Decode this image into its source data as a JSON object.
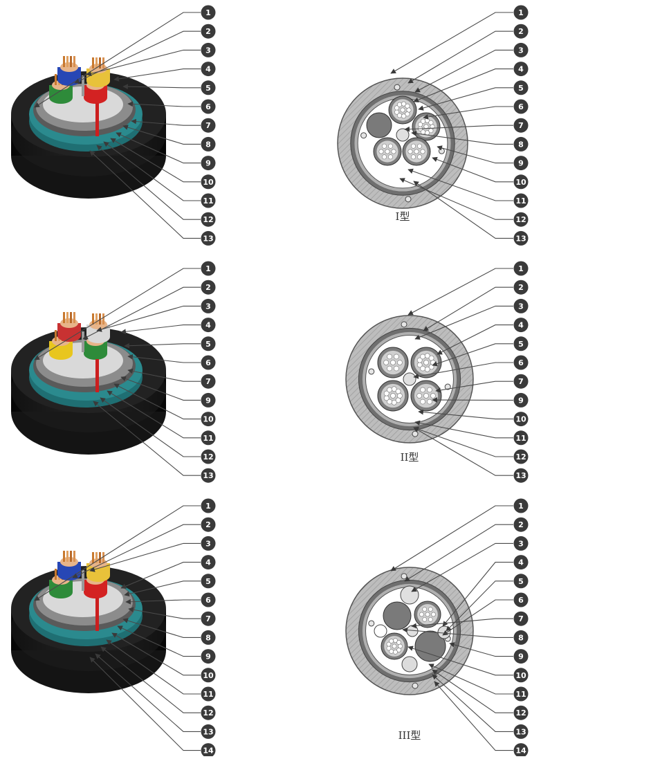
{
  "panels": [
    {
      "id": "type-1",
      "label": "I型",
      "numbers": [
        "1",
        "2",
        "3",
        "4",
        "5",
        "6",
        "7",
        "8",
        "9",
        "10",
        "11",
        "12",
        "13"
      ]
    },
    {
      "id": "type-2",
      "label": "II型",
      "numbers": [
        "1",
        "2",
        "3",
        "4",
        "5",
        "6",
        "7",
        "9",
        "10",
        "11",
        "12",
        "13"
      ]
    },
    {
      "id": "type-3",
      "label": "III型",
      "numbers": [
        "1",
        "2",
        "3",
        "4",
        "5",
        "6",
        "7",
        "8",
        "9",
        "10",
        "11",
        "12",
        "13",
        "14"
      ]
    }
  ],
  "colors": {
    "badge": "#3a3a3a",
    "leader": "#4a4a4a",
    "sheath_outer": "#b9b9b9",
    "sheath_hatch": "#9a9a9a",
    "inner_ring": "#6f6f6f",
    "tube": "#8a8a8a",
    "filler": "#7a7a7a",
    "jacket_black": "#141414",
    "armor_teal": "#1f6f73"
  }
}
